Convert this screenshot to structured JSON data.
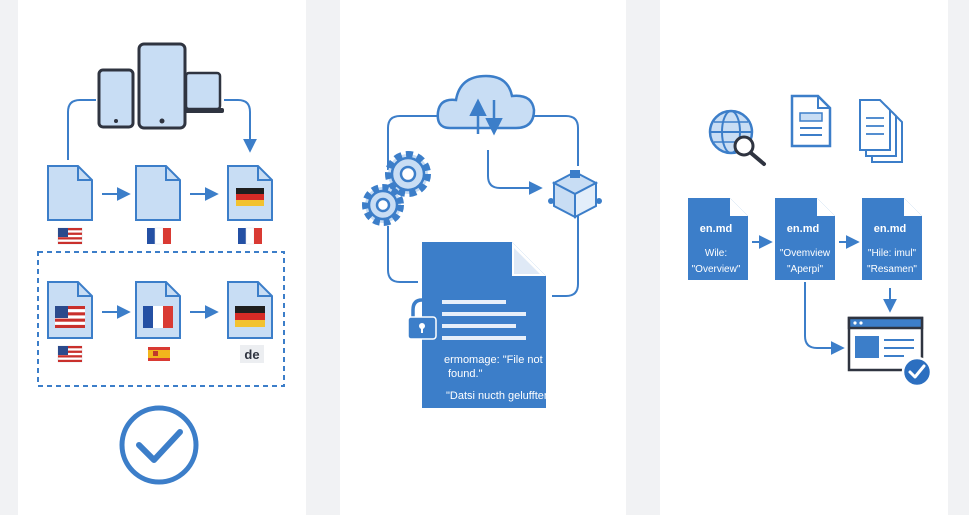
{
  "colors": {
    "background": "#f1f2f4",
    "panel": "#ffffff",
    "stroke": "#3c7ec9",
    "light_fill": "#c8ddf4",
    "dark_fill": "#3c7ec9",
    "ink": "#2f3440",
    "accent": "#2c6fc0"
  },
  "panel1": {
    "flag_labels": {
      "de": "de"
    },
    "check": "check-circle-icon"
  },
  "panel2": {
    "error_lines": [
      "ermomage: \"File not",
      "found.\""
    ],
    "translated_line": "\"Datsi nucth gelufften."
  },
  "panel3": {
    "docs": [
      {
        "name": "en.md",
        "line1": "Wile:",
        "line2": "\"Overview\""
      },
      {
        "name": "en.md",
        "line1": "\"Ovemview",
        "line2": "\"Aperpi\""
      },
      {
        "name": "en.md",
        "line1": "\"Hile: imul\"",
        "line2": "\"Resamen\""
      }
    ]
  }
}
